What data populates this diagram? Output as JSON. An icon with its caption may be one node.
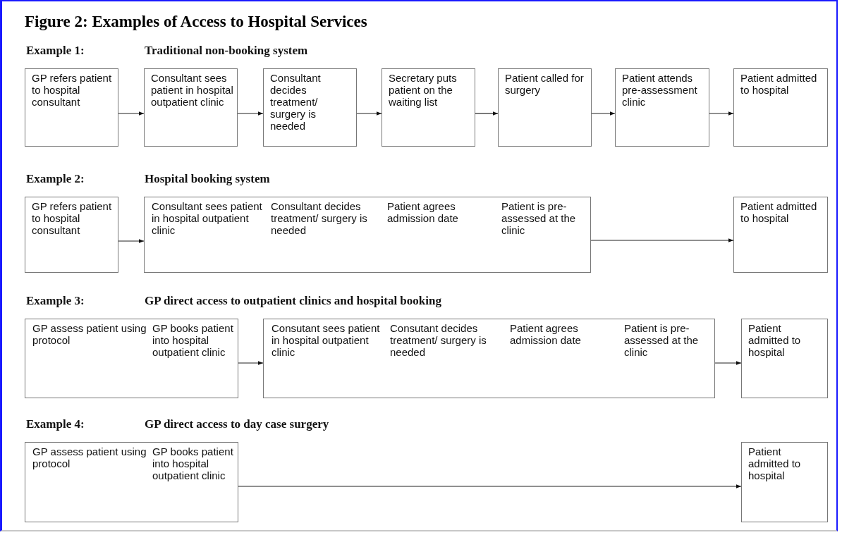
{
  "diagram": {
    "title": "Figure 2:  Examples of Access to Hospital Services",
    "nodes": [
      {
        "text": [
          "GP refers patient to hospital consultant"
        ]
      },
      {
        "text": [
          "Consultant sees patient in hospital outpatient clinic"
        ]
      },
      {
        "text": [
          "Consultant decides treatment/ surgery is needed"
        ]
      },
      {
        "text": [
          "Secretary puts patient on the waiting list"
        ]
      },
      {
        "text": [
          "Patient called for surgery"
        ]
      },
      {
        "text": [
          "Patient attends pre-assessment clinic"
        ]
      },
      {
        "text": [
          "Patient admitted to hospital"
        ]
      },
      {
        "text": [
          "GP refers patient to hospital consultant"
        ]
      },
      {
        "text": [
          "Consultant sees patient in hospital outpatient clinic",
          "Consultant decides treatment/ surgery is needed",
          "Patient agrees admission date",
          "Patient is pre-assessed at the clinic"
        ]
      },
      {
        "text": [
          "Patient admitted to hospital"
        ]
      },
      {
        "text": [
          "GP assess patient using protocol",
          "GP books patient into hospital outpatient clinic"
        ]
      },
      {
        "text": [
          "Consutant sees patient in hospital outpatient clinic",
          "Consutant decides treatment/ surgery is needed",
          "Patient agrees admission date",
          "Patient is pre-assessed at the clinic"
        ]
      },
      {
        "text": [
          "Patient admitted to hospital"
        ]
      },
      {
        "text": [
          "GP assess patient using protocol",
          "GP books patient into hospital outpatient clinic"
        ]
      },
      {
        "text": [
          "Patient admitted to hospital"
        ]
      }
    ],
    "edges": [
      {
        "from": 0,
        "to": 1,
        "arrow": "to"
      },
      {
        "from": 1,
        "to": 2,
        "arrow": "to"
      },
      {
        "from": 2,
        "to": 3,
        "arrow": "to"
      },
      {
        "from": 3,
        "to": 4,
        "arrow": "to"
      },
      {
        "from": 4,
        "to": 5,
        "arrow": "to"
      },
      {
        "from": 5,
        "to": 6,
        "arrow": "to"
      },
      {
        "from": 7,
        "to": 8,
        "arrow": "to"
      },
      {
        "from": 8,
        "to": 9,
        "arrow": "to"
      },
      {
        "from": 10,
        "to": 11,
        "arrow": "to"
      },
      {
        "from": 11,
        "to": 12,
        "arrow": "to"
      },
      {
        "from": 13,
        "to": 14,
        "arrow": "to"
      }
    ],
    "labels": [
      "Example 1:",
      "Traditional non-booking system",
      "Example 2:",
      "Hospital booking system",
      "Example 3:",
      "GP direct access to outpatient clinics and hospital booking",
      "Example 4:",
      "GP direct access to day case surgery"
    ]
  }
}
